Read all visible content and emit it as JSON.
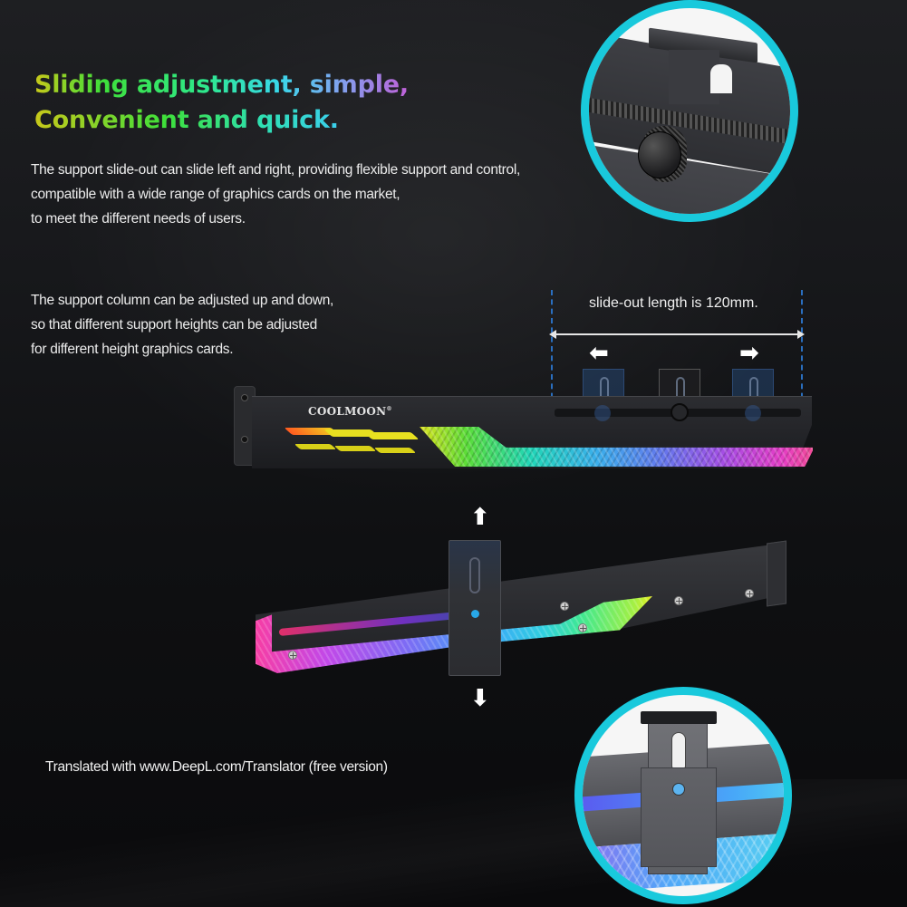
{
  "headline": {
    "line1": "Sliding adjustment, simple,",
    "line2": "Convenient and quick."
  },
  "paragraph_slide": {
    "lines": [
      "The support slide-out can slide left and right, providing flexible support and control,",
      "compatible with a wide range of graphics cards on the market,",
      "to meet the different needs of users."
    ]
  },
  "paragraph_column": {
    "lines": [
      "The support column can be adjusted up and down,",
      "so that different support heights can be adjusted",
      "for different height graphics cards."
    ]
  },
  "dimension": {
    "label": "slide-out length is 120mm.",
    "value_mm": 120,
    "arrow_left": "left-arrow-icon",
    "arrow_right": "right-arrow-icon"
  },
  "product": {
    "brand": "COOLMOON",
    "registered_mark": "®",
    "vertical_arrows": [
      "up-arrow-icon",
      "down-arrow-icon"
    ]
  },
  "callouts": [
    {
      "name": "slide-knob-detail",
      "ring_color": "#19c9dc"
    },
    {
      "name": "height-clip-detail",
      "ring_color": "#19c9dc"
    }
  ],
  "footer": {
    "credit": "Translated with www.DeepL.com/Translator (free version)"
  },
  "colors": {
    "background": "#141517",
    "accent_ring": "#19c9dc",
    "text": "#ececec",
    "dim_dash": "#2a6fc0"
  },
  "glyphs": {
    "left": "⬅",
    "right": "➡",
    "up": "⬆",
    "down": "⬇"
  }
}
